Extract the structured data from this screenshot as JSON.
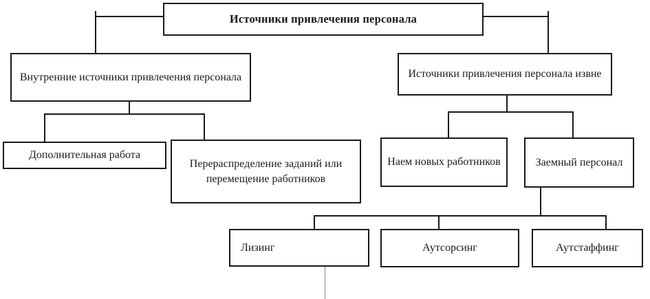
{
  "diagram": {
    "title": "Источники привлечения персонала",
    "nodes": {
      "root": {
        "label": "Источники привлечения персонала"
      },
      "internal": {
        "label": "Внутренние источники привлечения персонала"
      },
      "external": {
        "label": "Источники привлечения персонала извне"
      },
      "extra_work": {
        "label": "Дополнительная работа"
      },
      "redistribution": {
        "label": "Перераспределение заданий или перемещение работников"
      },
      "hiring": {
        "label": "Наем новых работников"
      },
      "borrowed": {
        "label": "Заемный персонал"
      },
      "leasing": {
        "label": "Лизинг"
      },
      "outsourcing": {
        "label": "Аутсорсинг"
      },
      "outstaffing": {
        "label": "Аутстаффинг"
      }
    },
    "edges": [
      [
        "root",
        "internal"
      ],
      [
        "root",
        "external"
      ],
      [
        "internal",
        "extra_work"
      ],
      [
        "internal",
        "redistribution"
      ],
      [
        "external",
        "hiring"
      ],
      [
        "external",
        "borrowed"
      ],
      [
        "borrowed",
        "leasing"
      ],
      [
        "borrowed",
        "outsourcing"
      ],
      [
        "borrowed",
        "outstaffing"
      ]
    ]
  },
  "colors": {
    "line": "#1a1a1a",
    "box_bg": "#ffffff",
    "text": "#1a1a1a",
    "dangling": "#8a8a8a",
    "page_bg": "#ffffff"
  }
}
